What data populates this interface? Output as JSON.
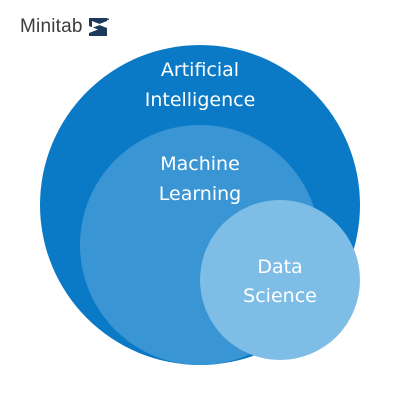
{
  "brand": {
    "name": "Minitab",
    "color": "#1b3a5c",
    "mark": "registered-mark"
  },
  "diagram": {
    "colors": {
      "outer": "#0b7ac6",
      "middle": "#3a95d4",
      "inner": "#7ebde6",
      "text": "#ffffff"
    },
    "outer": {
      "line1": "Artificial",
      "line2": "Intelligence"
    },
    "middle": {
      "line1": "Machine",
      "line2": "Learning"
    },
    "inner": {
      "line1": "Data",
      "line2": "Science"
    }
  }
}
